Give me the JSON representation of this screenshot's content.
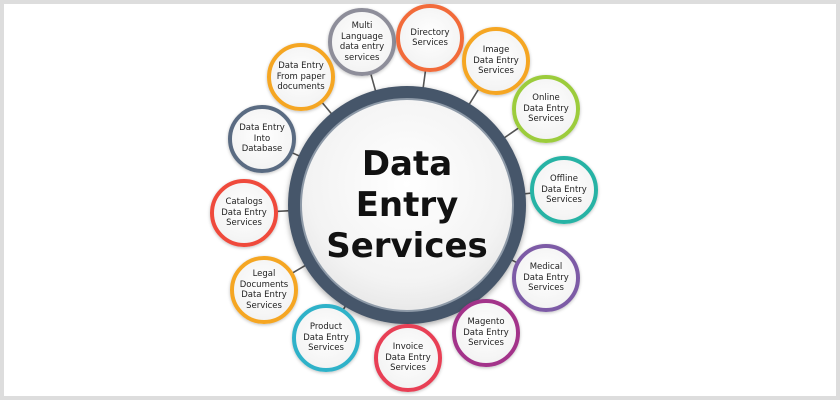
{
  "hub": {
    "title": "Data\nEntry\nServices"
  },
  "hub_color": "#46566a",
  "services": [
    {
      "label": "Multi\nLanguage\ndata entry\nservices",
      "color": "#8e8e9a"
    },
    {
      "label": "Directory\nServices",
      "color": "#f26b3a"
    },
    {
      "label": "Image\nData Entry\nServices",
      "color": "#f5a623"
    },
    {
      "label": "Online\nData Entry\nServices",
      "color": "#9ccc3c"
    },
    {
      "label": "Offline\nData Entry\nServices",
      "color": "#27b3a5"
    },
    {
      "label": "Medical\nData Entry\nServices",
      "color": "#7d5ba6"
    },
    {
      "label": "Magento\nData Entry\nServices",
      "color": "#a3338a"
    },
    {
      "label": "Invoice\nData Entry\nServices",
      "color": "#e83f55"
    },
    {
      "label": "Product\nData Entry\nServices",
      "color": "#2fb2c9"
    },
    {
      "label": "Legal\nDocuments\nData Entry\nServices",
      "color": "#f5a623"
    },
    {
      "label": "Catalogs\nData Entry\nServices",
      "color": "#ef4a3c"
    },
    {
      "label": "Data Entry\nInto\nDatabase",
      "color": "#5a6b82"
    },
    {
      "label": "Data Entry\nFrom paper\ndocuments",
      "color": "#f5a623"
    }
  ]
}
